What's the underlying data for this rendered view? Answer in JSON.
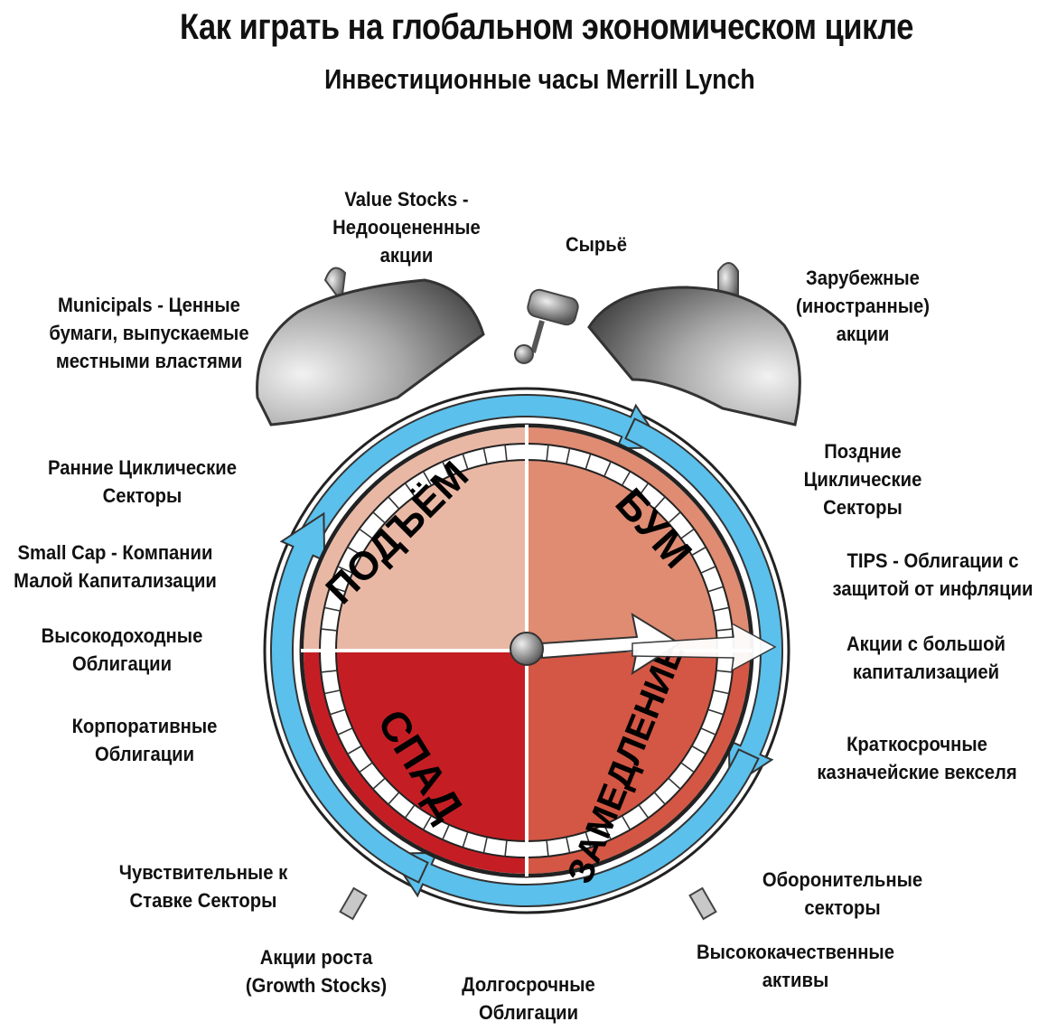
{
  "header": {
    "title": "Как играть на глобальном экономическом цикле",
    "subtitle": "Инвестиционные часы Merrill Lynch"
  },
  "clock": {
    "phases": [
      {
        "id": "recovery",
        "label": "ПОДЪЁМ",
        "quadrant": "top-left",
        "color": "#e9b8a5"
      },
      {
        "id": "boom",
        "label": "БУМ",
        "quadrant": "top-right",
        "color": "#df8c73"
      },
      {
        "id": "slowdown",
        "label": "ЗАМЕДЛЕНИЕ",
        "quadrant": "bottom-right",
        "color": "#d35744"
      },
      {
        "id": "recession",
        "label": "СПАД",
        "quadrant": "bottom-left",
        "color": "#c41e24"
      }
    ],
    "hand_points_to": "boom/slowdown boundary (3 o'clock)",
    "ring_color": "#5bc0eb",
    "bell_color": "#8a8a8a"
  },
  "labels": [
    {
      "id": "value-stocks",
      "lines": [
        "Value Stocks -",
        "Недооцененные",
        "акции"
      ]
    },
    {
      "id": "commodities",
      "lines": [
        "Сырьё"
      ]
    },
    {
      "id": "foreign-stocks",
      "lines": [
        "Зарубежные",
        "(иностранные)",
        "акции"
      ]
    },
    {
      "id": "municipals",
      "lines": [
        "Municipals - Ценные",
        "бумаги, выпускаемые",
        "местными властями"
      ]
    },
    {
      "id": "early-cyclicals",
      "lines": [
        "Ранние Циклические",
        "Секторы"
      ]
    },
    {
      "id": "late-cyclicals",
      "lines": [
        "Поздние",
        "Циклические",
        "Секторы"
      ]
    },
    {
      "id": "small-cap",
      "lines": [
        "Small Cap - Компании",
        "Малой Капитализации"
      ]
    },
    {
      "id": "tips",
      "lines": [
        "TIPS - Облигации с",
        "защитой от инфляции"
      ]
    },
    {
      "id": "high-yield",
      "lines": [
        "Высокодоходные",
        "Облигации"
      ]
    },
    {
      "id": "large-cap",
      "lines": [
        "Акции с большой",
        "капитализацией"
      ]
    },
    {
      "id": "corporate-bonds",
      "lines": [
        "Корпоративные",
        "Облигации"
      ]
    },
    {
      "id": "t-bills",
      "lines": [
        "Краткосрочные",
        "казначейские векселя"
      ]
    },
    {
      "id": "rate-sensitive",
      "lines": [
        "Чувствительные к",
        "Ставке Секторы"
      ]
    },
    {
      "id": "defensive",
      "lines": [
        "Оборонительные",
        "секторы"
      ]
    },
    {
      "id": "growth-stocks",
      "lines": [
        "Акции роста",
        "(Growth Stocks)"
      ]
    },
    {
      "id": "quality",
      "lines": [
        "Высококачественные",
        "активы"
      ]
    },
    {
      "id": "long-bonds",
      "lines": [
        "Долгосрочные",
        "Облигации"
      ]
    }
  ]
}
